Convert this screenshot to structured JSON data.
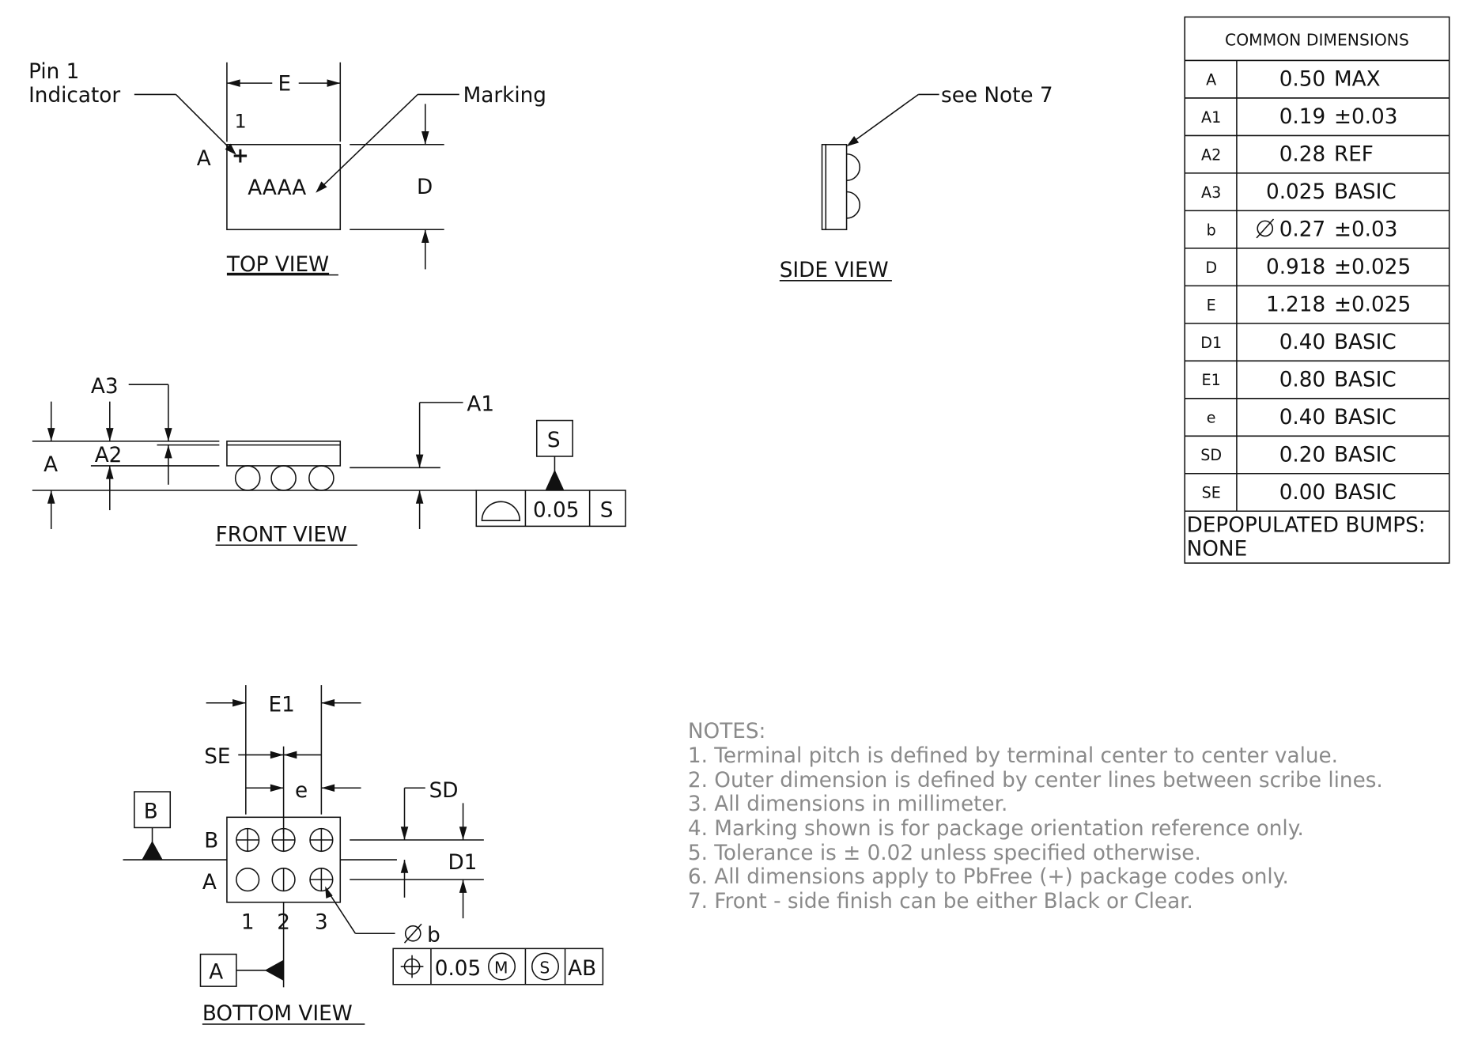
{
  "top_view": {
    "pin1_line1": "Pin 1",
    "pin1_line2": "Indicator",
    "marking_label": "Marking",
    "marking_text": "AAAA",
    "dim_e": "E",
    "dim_d": "D",
    "pin_number": "1",
    "row_label": "A",
    "caption": "TOP VIEW"
  },
  "side_view": {
    "note_ref": "see Note 7",
    "caption": "SIDE VIEW"
  },
  "front_view": {
    "dim_a": "A",
    "dim_a1": "A1",
    "dim_a2": "A2",
    "dim_a3": "A3",
    "datum_s": "S",
    "fcf_value": "0.05",
    "fcf_datum": "S",
    "caption": "FRONT VIEW"
  },
  "bottom_view": {
    "dim_e1": "E1",
    "dim_se": "SE",
    "dim_e": "e",
    "dim_sd": "SD",
    "dim_d1": "D1",
    "datum_b": "B",
    "datum_a": "A",
    "row_b": "B",
    "row_a": "A",
    "col_1": "1",
    "col_2": "2",
    "col_3": "3",
    "dia_b": "b",
    "fcf_value": "0.05",
    "fcf_m": "M",
    "fcf_s": "S",
    "fcf_datums": "AB",
    "caption": "BOTTOM VIEW"
  },
  "dimensions_table": {
    "title": "COMMON DIMENSIONS",
    "rows": [
      {
        "sym": "A",
        "value": "0.50",
        "qual": "MAX"
      },
      {
        "sym": "A1",
        "value": "0.19",
        "qual": "±0.03"
      },
      {
        "sym": "A2",
        "value": "0.28",
        "qual": "REF"
      },
      {
        "sym": "A3",
        "value": "0.025",
        "qual": "BASIC"
      },
      {
        "sym": "b",
        "value": "0.27",
        "qual": "±0.03"
      },
      {
        "sym": "D",
        "value": "0.918",
        "qual": "±0.025"
      },
      {
        "sym": "E",
        "value": "1.218",
        "qual": "±0.025"
      },
      {
        "sym": "D1",
        "value": "0.40",
        "qual": "BASIC"
      },
      {
        "sym": "E1",
        "value": "0.80",
        "qual": "BASIC"
      },
      {
        "sym": "e",
        "value": "0.40",
        "qual": "BASIC"
      },
      {
        "sym": "SD",
        "value": "0.20",
        "qual": "BASIC"
      },
      {
        "sym": "SE",
        "value": "0.00",
        "qual": "BASIC"
      }
    ],
    "depop_line1": "DEPOPULATED BUMPS:",
    "depop_line2": "NONE"
  },
  "notes": {
    "heading": "NOTES:",
    "items": [
      "1. Terminal pitch is defined by terminal center to center value.",
      "2. Outer dimension is defined by center lines between scribe lines.",
      "3. All dimensions in millimeter.",
      "4. Marking shown is for package orientation reference only.",
      "5. Tolerance is ± 0.02 unless specified otherwise.",
      "6. All dimensions apply to PbFree (+) package codes only.",
      "7. Front - side finish can be either Black or Clear."
    ]
  }
}
